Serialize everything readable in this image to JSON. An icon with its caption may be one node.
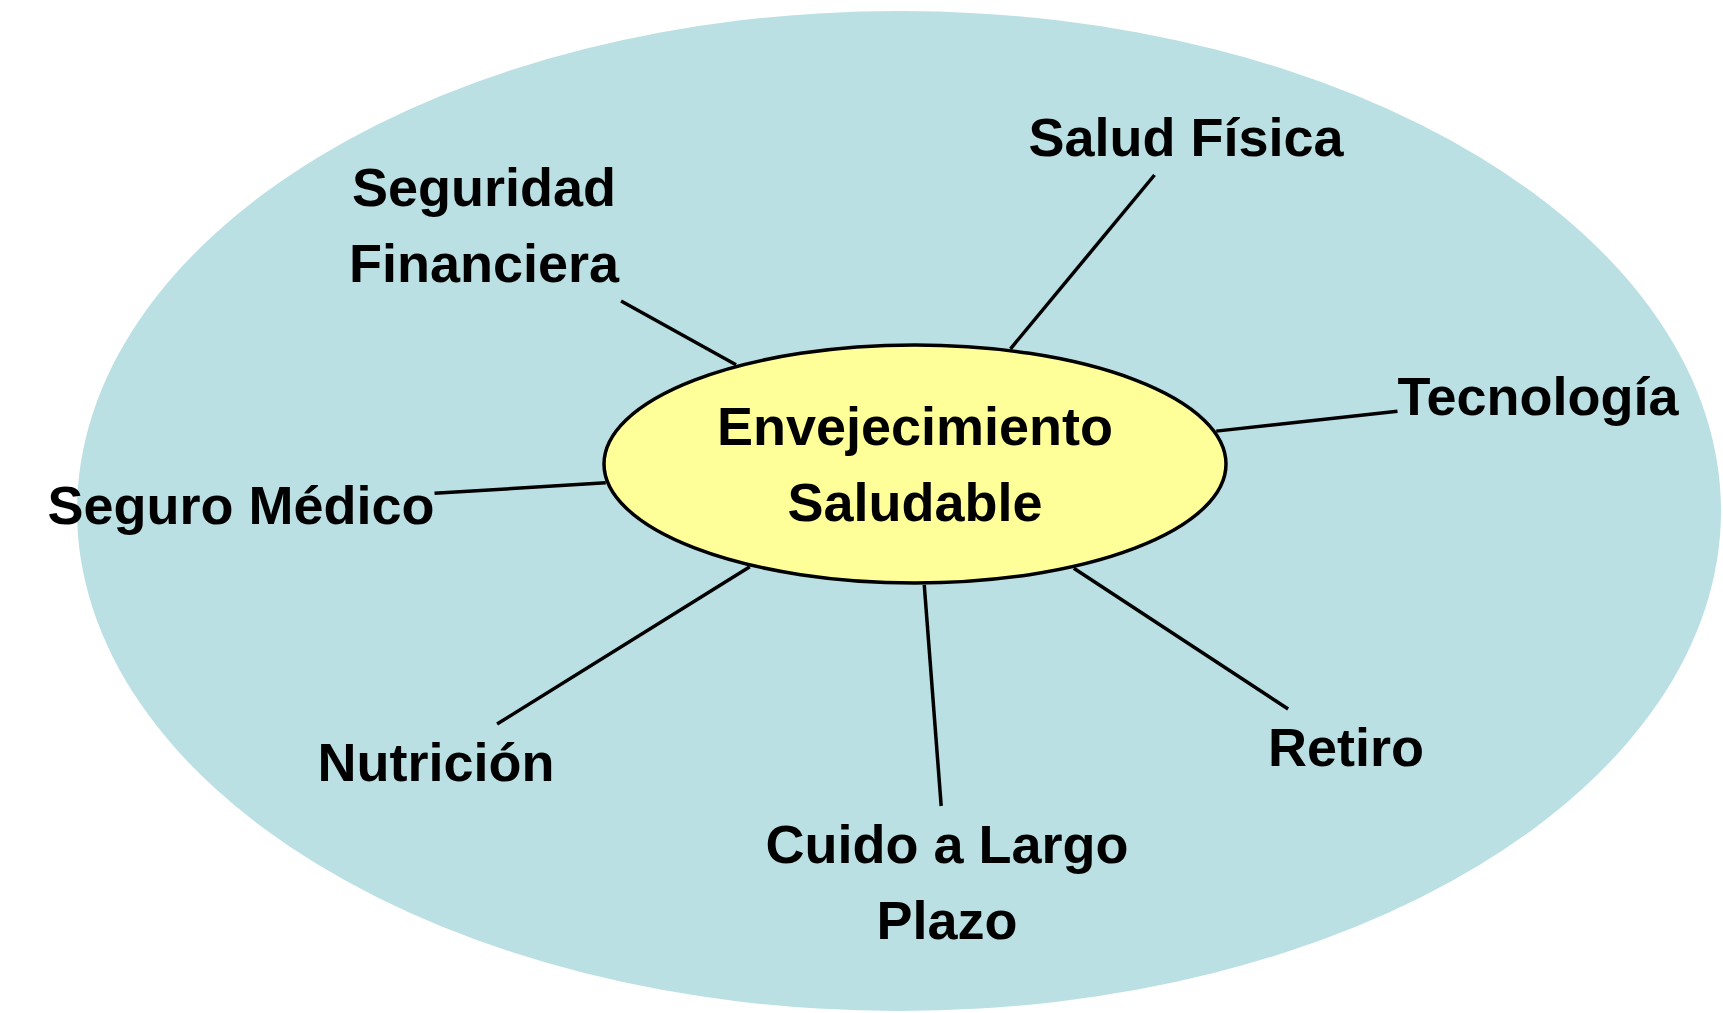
{
  "diagram": {
    "nodes": [
      {
        "text": [
          "Envejecimiento Saludable"
        ]
      },
      {
        "text": [
          "Salud Física"
        ]
      },
      {
        "text": [
          "Seguridad Financiera"
        ]
      },
      {
        "text": [
          "Tecnología"
        ]
      },
      {
        "text": [
          "Seguro Médico"
        ]
      },
      {
        "text": [
          "Retiro"
        ]
      },
      {
        "text": [
          "Nutrición"
        ]
      },
      {
        "text": [
          "Cuido a Largo Plazo"
        ]
      }
    ],
    "edges": [
      {
        "from": 0,
        "to": 1,
        "arrow": "none"
      },
      {
        "from": 0,
        "to": 2,
        "arrow": "none"
      },
      {
        "from": 0,
        "to": 3,
        "arrow": "none"
      },
      {
        "from": 0,
        "to": 4,
        "arrow": "none"
      },
      {
        "from": 0,
        "to": 5,
        "arrow": "none"
      },
      {
        "from": 0,
        "to": 6,
        "arrow": "none"
      },
      {
        "from": 0,
        "to": 7,
        "arrow": "none"
      }
    ]
  }
}
